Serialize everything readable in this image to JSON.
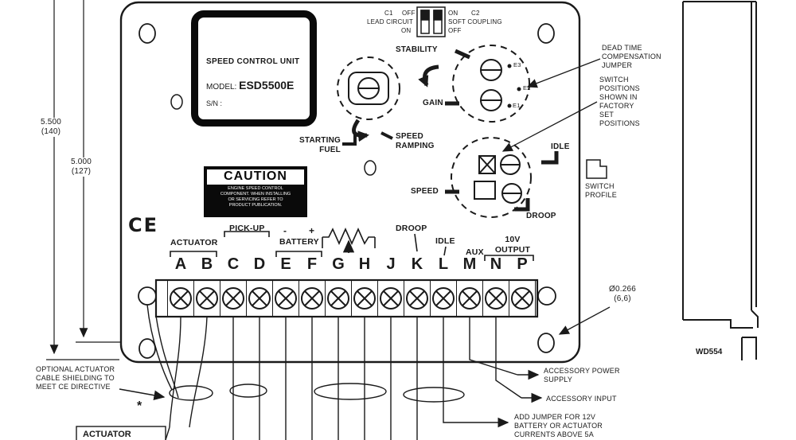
{
  "panel": {
    "nameplate": {
      "title": "SPEED CONTROL UNIT",
      "model_label": "MODEL:",
      "model": "ESD5500E",
      "serial": "S/N :"
    },
    "caution": {
      "title": "CAUTION",
      "body": "ENGINE SPEED CONTROL\nCOMPONENT. WHEN INSTALLING\nOR SERVICING REFER TO\nPRODUCT PUBLICATION."
    },
    "ce_mark": "CE"
  },
  "dip_switch": {
    "c1": "C1",
    "c1_off": "OFF",
    "c1_name": "LEAD CIRCUIT",
    "c1_on": "ON",
    "c2_on": "ON",
    "c2": "C2",
    "c2_name": "SOFT COUPLING",
    "c2_off": "OFF"
  },
  "pots": {
    "stability": "STABILITY",
    "gain": "GAIN",
    "starting_fuel": "STARTING\nFUEL",
    "speed_ramping": "SPEED\nRAMPING",
    "speed": "SPEED",
    "idle": "IDLE",
    "droop": "DROOP",
    "e1": "E1",
    "e2": "E2",
    "e3": "E3"
  },
  "callouts": {
    "dead_time": "DEAD TIME\nCOMPENSATION\nJUMPER",
    "switch_positions": "SWITCH\nPOSITIONS\nSHOWN IN\nFACTORY\nSET\nPOSITIONS",
    "switch_profile": "SWITCH\nPROFILE",
    "hole": "Ø0.266\n(6,6)",
    "drawing_no": "WD554",
    "shielding": "OPTIONAL ACTUATOR\nCABLE SHIELDING TO\nMEET CE DIRECTIVE",
    "asterisk": "*",
    "actuator": "ACTUATOR",
    "acc_power": "ACCESSORY POWER\nSUPPLY",
    "acc_input": "ACCESSORY INPUT",
    "jumper_note": "ADD JUMPER FOR 12V\nBATTERY OR ACTUATOR\nCURRENTS ABOVE 5A"
  },
  "dimensions": {
    "height1": "5.500\n(140)",
    "height2": "5.000\n(127)"
  },
  "terminal_labels": {
    "actuator": "ACTUATOR",
    "pickup": "PICK-UP",
    "minus": "-",
    "plus": "+",
    "battery": "BATTERY",
    "droop": "DROOP",
    "idle": "IDLE",
    "aux": "AUX",
    "output": "10V\nOUTPUT"
  },
  "terminals": [
    "A",
    "B",
    "C",
    "D",
    "E",
    "F",
    "G",
    "H",
    "J",
    "K",
    "L",
    "M",
    "N",
    "P"
  ]
}
